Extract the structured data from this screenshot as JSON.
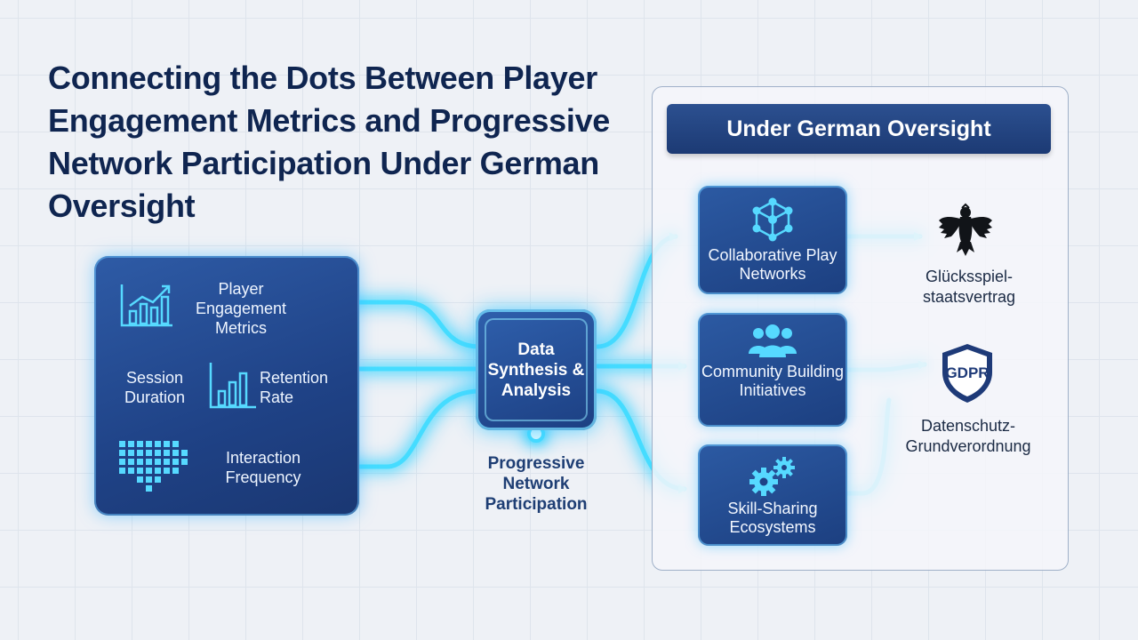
{
  "title": "Connecting the Dots Between Player Engagement Metrics and Progressive Network Participation Under German Oversight",
  "inputs": {
    "player_engagement": "Player Engagement Metrics",
    "session_duration": "Session Duration",
    "retention_rate": "Retention Rate",
    "interaction_frequency": "Interaction Frequency"
  },
  "center": {
    "box_label": "Data Synthesis & Analysis",
    "caption": "Progressive Network Participation"
  },
  "oversight": {
    "header": "Under German Oversight",
    "outputs": [
      {
        "label": "Collaborative Play Networks",
        "icon": "network-nodes-icon"
      },
      {
        "label": "Community Building Initiatives",
        "icon": "people-group-icon"
      },
      {
        "label": "Skill-Sharing Ecosystems",
        "icon": "gears-icon"
      }
    ],
    "regulations": [
      {
        "label": "Glücksspiel-staatsvertrag",
        "icon": "federal-eagle-icon"
      },
      {
        "label": "Datenschutz-Grundverordnung",
        "icon": "gdpr-shield-icon",
        "emblem_text": "GDPR"
      }
    ]
  },
  "colors": {
    "title": "#0f2550",
    "panel": "#1f4286",
    "glow": "#3ee0ff",
    "header": "#1c3a74"
  }
}
